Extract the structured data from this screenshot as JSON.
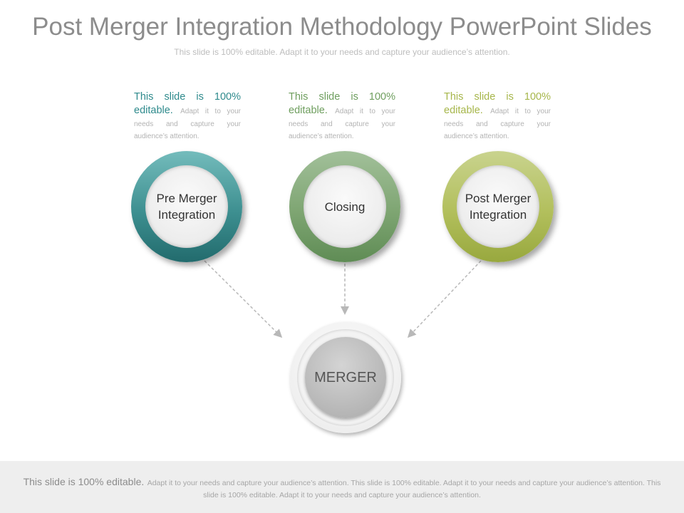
{
  "header": {
    "title": "Post Merger Integration Methodology PowerPoint Slides",
    "subtitle": "This slide is 100% editable. Adapt it to your needs and capture your audience’s attention."
  },
  "columns": [
    {
      "heading": "This slide is 100% editable.",
      "body": "Adapt it to your needs and capture your audience’s attention.",
      "label_line1": "Pre Merger",
      "label_line2": "Integration",
      "color": "#2e8a8c"
    },
    {
      "heading": "This slide is 100% editable.",
      "body": "Adapt it to your needs and capture your audience’s attention.",
      "label_line1": "Closing",
      "label_line2": "",
      "color": "#6e9e5e"
    },
    {
      "heading": "This slide is 100% editable.",
      "body": "Adapt it to your needs and capture your audience’s attention.",
      "label_line1": "Post Merger",
      "label_line2": "Integration",
      "color": "#a6b64a"
    }
  ],
  "center": {
    "label": "MERGER"
  },
  "footer": {
    "lead": "This slide is 100% editable.",
    "body": "Adapt it to your needs and capture your audience’s attention. This slide is 100% editable. Adapt it to your needs and capture your audience’s attention. This slide is 100% editable. Adapt it to your needs and capture your audience’s attention."
  }
}
